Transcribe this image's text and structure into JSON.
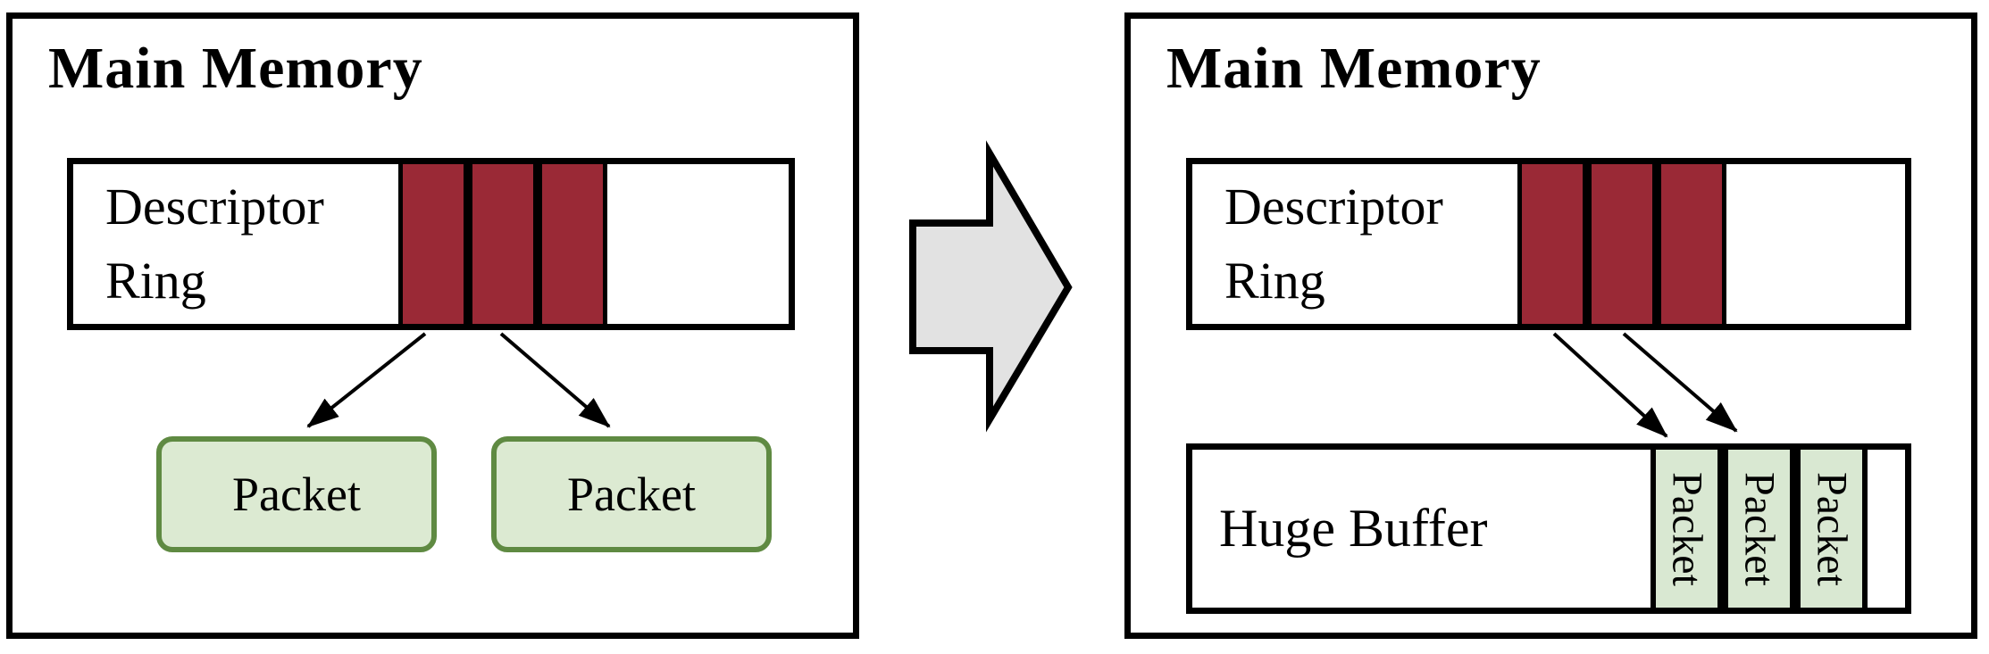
{
  "left_panel": {
    "title": "Main Memory",
    "descriptor_ring": {
      "label": "Descriptor Ring",
      "used_cell_count": 3
    },
    "packets": [
      {
        "label": "Packet"
      },
      {
        "label": "Packet"
      }
    ]
  },
  "right_panel": {
    "title": "Main Memory",
    "descriptor_ring": {
      "label": "Descriptor Ring",
      "used_cell_count": 3
    },
    "huge_buffer": {
      "label": "Huge Buffer",
      "packet_cells": [
        {
          "label": "Packet"
        },
        {
          "label": "Packet"
        },
        {
          "label": "Packet"
        }
      ]
    }
  },
  "colors": {
    "descriptor_used_cell": "#9a2936",
    "packet_fill": "#dcead2",
    "packet_border": "#5f8a42",
    "buffer_packet_fill": "#d9e8d2",
    "big_arrow_fill": "#e2e2e2",
    "outline": "#000000"
  }
}
